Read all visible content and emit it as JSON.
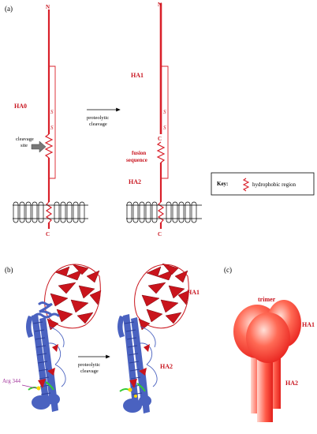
{
  "panel_a": {
    "label": "(a)",
    "left": {
      "n_term": "N",
      "c_term": "C",
      "name": "HA0",
      "s1": "S",
      "s2": "S",
      "cleavage_site_line1": "cleavage",
      "cleavage_site_line2": "site"
    },
    "arrow": {
      "line1": "proteolytic",
      "line2": "cleavage"
    },
    "right": {
      "n_term": "N",
      "c_term": "C",
      "c_mid": "C",
      "ha1": "HA1",
      "ha2": "HA2",
      "fusion_line1": "fusion",
      "fusion_line2": "sequence",
      "s1": "S",
      "s2": "S"
    },
    "key": {
      "title": "Key:",
      "item": "hydrophobic region"
    }
  },
  "panel_b": {
    "label": "(b)",
    "arg": "Arg 344",
    "ha1": "HA1",
    "ha2": "HA2",
    "arrow": {
      "line1": "proteolytic",
      "line2": "cleavage"
    }
  },
  "panel_c": {
    "label": "(c)",
    "trimer": "trimer",
    "ha1": "HA1",
    "ha2": "HA2"
  },
  "colors": {
    "protein_red": "#d9202a",
    "label_red": "#c8141e",
    "helix_blue": "#4a62c0",
    "strand_red": "#c9141c",
    "arg_purple": "#a0309a"
  }
}
